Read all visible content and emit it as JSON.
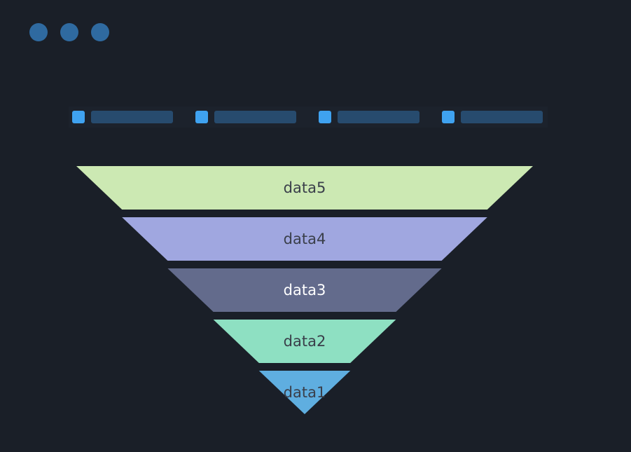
{
  "colors": {
    "background": "#1a1f28",
    "window_dot": "#2f6aa0",
    "legend_marker": "#3fa2f0",
    "legend_bar": "#274b6e"
  },
  "window_dots": [
    {
      "name": "window-dot-1"
    },
    {
      "name": "window-dot-2"
    },
    {
      "name": "window-dot-3"
    }
  ],
  "legend_placeholders": [
    {
      "name": "legend-item-1"
    },
    {
      "name": "legend-item-2"
    },
    {
      "name": "legend-item-3"
    },
    {
      "name": "legend-item-4"
    }
  ],
  "chart_data": {
    "type": "funnel",
    "categories": [
      "data5",
      "data4",
      "data3",
      "data2",
      "data1"
    ],
    "values": [
      100,
      80,
      60,
      40,
      20
    ],
    "colors": [
      "#cce9b3",
      "#a0a7e0",
      "#636b8c",
      "#8ee0c2",
      "#5faee0"
    ],
    "label_colors": [
      "#3a3f4a",
      "#3a3f4a",
      "#ffffff",
      "#3a3f4a",
      "#3a3f4a"
    ],
    "sort": "descending",
    "title": "",
    "legend": "top"
  }
}
